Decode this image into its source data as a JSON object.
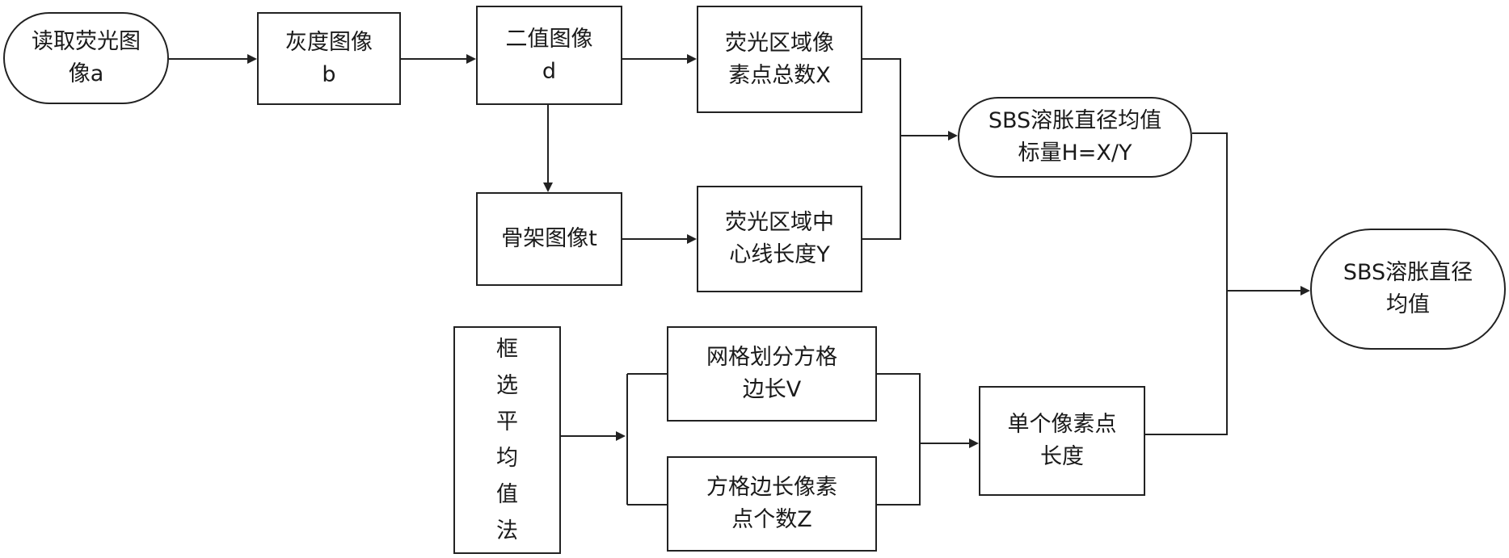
{
  "nodes": {
    "read_image": {
      "line1": "读取荧光图",
      "line2": "像a"
    },
    "grayscale": {
      "line1": "灰度图像",
      "line2": "b"
    },
    "binary": {
      "line1": "二值图像",
      "line2": "d"
    },
    "skeleton": {
      "line1": "骨架图像t"
    },
    "pixel_total": {
      "line1": "荧光区域像",
      "line2": "素点总数X"
    },
    "centerline": {
      "line1": "荧光区域中",
      "line2": "心线长度Y"
    },
    "ratio": {
      "line1": "SBS溶胀直径均值",
      "line2": "标量H=X/Y"
    },
    "final": {
      "line1": "SBS溶胀直径",
      "line2": "均值"
    },
    "box_select": {
      "chars": [
        "框",
        "选",
        "平",
        "均",
        "值",
        "法"
      ]
    },
    "grid_side": {
      "line1": "网格划分方格",
      "line2": "边长V"
    },
    "side_count": {
      "line1": "方格边长像素",
      "line2": "点个数Z"
    },
    "single_pixel": {
      "line1": "单个像素点",
      "line2": "长度"
    }
  },
  "colors": {
    "stroke": "#222222",
    "text": "#1a1a1a",
    "background": "#ffffff"
  }
}
